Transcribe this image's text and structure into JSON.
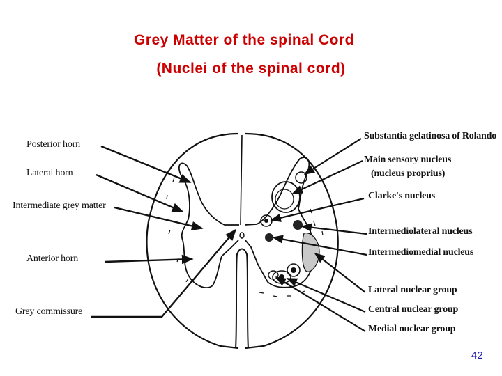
{
  "title": {
    "line1": "Grey Matter of the spinal Cord",
    "line2": "(Nuclei of the spinal cord)"
  },
  "labels_left": {
    "posterior_horn": "Posterior horn",
    "lateral_horn": "Lateral horn",
    "intermediate_grey_matter": "Intermediate grey matter",
    "anterior_horn": "Anterior horn",
    "grey_commissure": "Grey commissure"
  },
  "labels_right": {
    "substantia_gelatinosa": "Substantia gelatinosa of Rolando",
    "main_sensory_nucleus": "Main sensory nucleus",
    "nucleus_proprius": "(nucleus proprius)",
    "clarkes_nucleus": "Clarke's nucleus",
    "intermediolateral_nucleus": "Intermediolateral nucleus",
    "intermediomedial_nucleus": "Intermediomedial nucleus",
    "lateral_nuclear_group": "Lateral nuclear group",
    "central_nuclear_group": "Central nuclear group",
    "medial_nuclear_group": "Medial nuclear group"
  },
  "page_number": "42",
  "colors": {
    "title": "#cc0000",
    "page_number": "#1a1aa8",
    "ink": "#111111"
  }
}
